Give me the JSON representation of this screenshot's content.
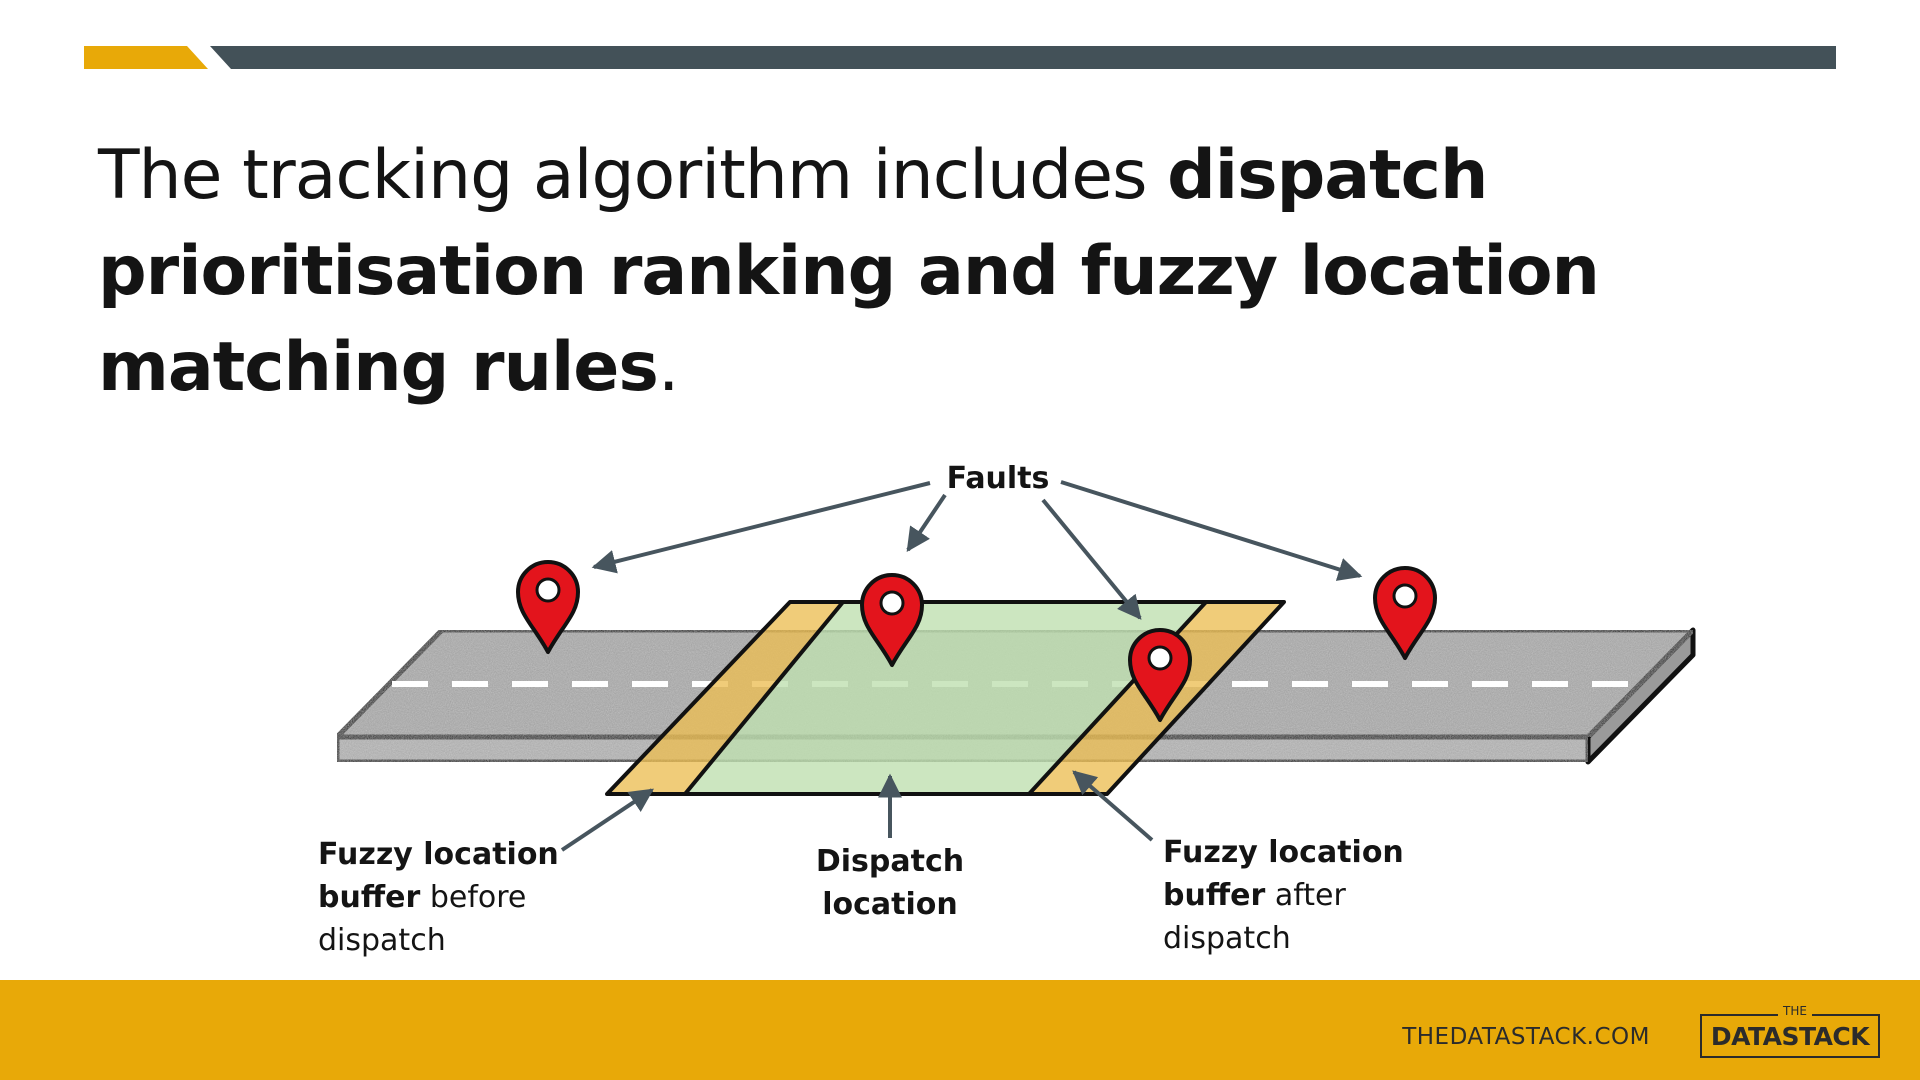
{
  "headline": {
    "text_regular": "The tracking algorithm includes ",
    "text_bold": "dispatch prioritisation ranking and fuzzy location matching rules",
    "text_end": "."
  },
  "diagram": {
    "faults_label": "Faults",
    "dispatch_line1": "Dispatch",
    "dispatch_line2": "location",
    "before_bold_1": "Fuzzy location",
    "before_bold_2": "buffer",
    "before_rest_2": " before",
    "before_rest_3": "dispatch",
    "after_bold_1": "Fuzzy location",
    "after_bold_2": "buffer",
    "after_rest_2": " after",
    "after_rest_3": "dispatch",
    "colors": {
      "road": "#aaaaaa",
      "buffer": "#ecbe53",
      "dispatch_zone": "#bfe0b0",
      "pin": "#e3141c",
      "arrow": "#47555e"
    },
    "icons": [
      "map-pin-icon"
    ]
  },
  "header_colors": {
    "accent": "#e8a908",
    "bar": "#435158"
  },
  "footer": {
    "url": "THEDATASTACK.COM",
    "logo_top": "THE",
    "logo_main": "DATASTACK",
    "color": "#e8a908"
  }
}
